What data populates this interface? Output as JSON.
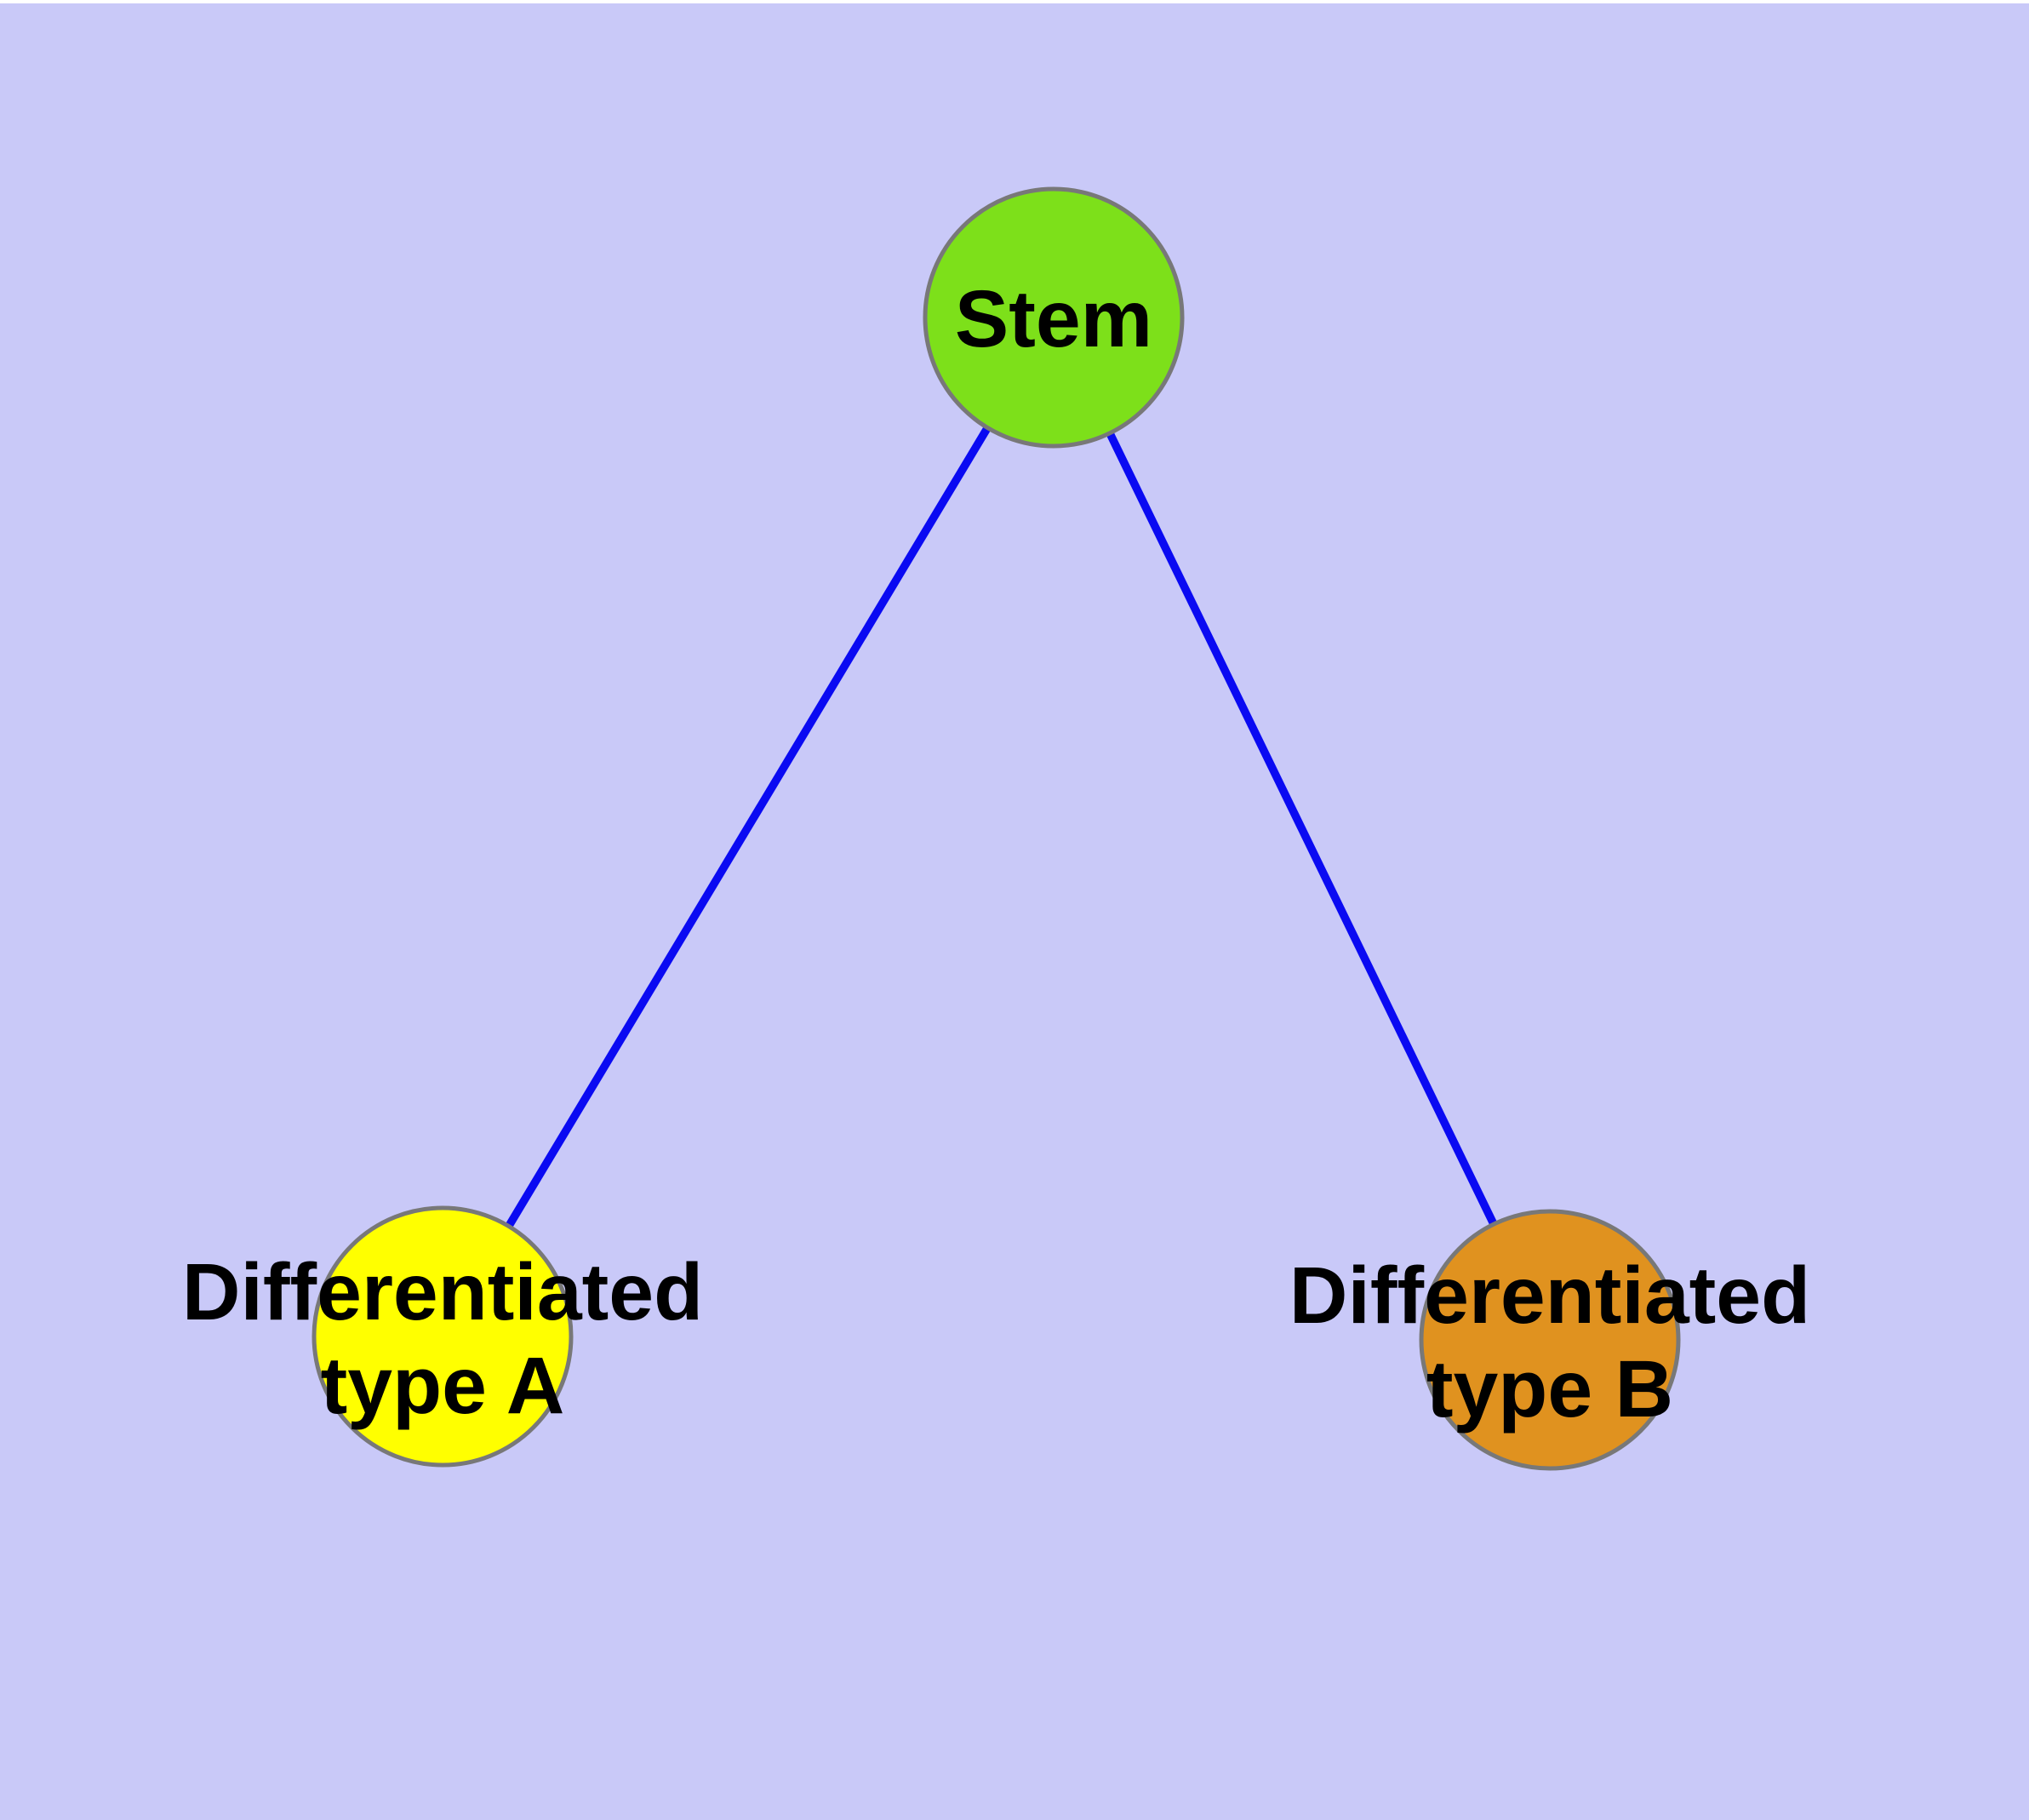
{
  "diagram": {
    "title": "",
    "background_color": "#c9c9f8",
    "top_margin_color": "#ffffff",
    "edge_color": "#0a0af2",
    "node_border_color": "#787878",
    "label_color": "#000000",
    "nodes": [
      {
        "id": "stem",
        "label": "Stem",
        "lines": [
          "Stem"
        ],
        "fill": "#7de01a"
      },
      {
        "id": "differentiated-type-a",
        "label": "Differentiated type A",
        "lines": [
          "Differentiated",
          "type A"
        ],
        "fill": "#ffff00"
      },
      {
        "id": "differentiated-type-b",
        "label": "Differentiated type B",
        "lines": [
          "Differentiated",
          "type B"
        ],
        "fill": "#e0921f"
      }
    ],
    "edges": [
      {
        "from": "Stem",
        "to": "Differentiated type A"
      },
      {
        "from": "Stem",
        "to": "Differentiated type B"
      }
    ]
  }
}
